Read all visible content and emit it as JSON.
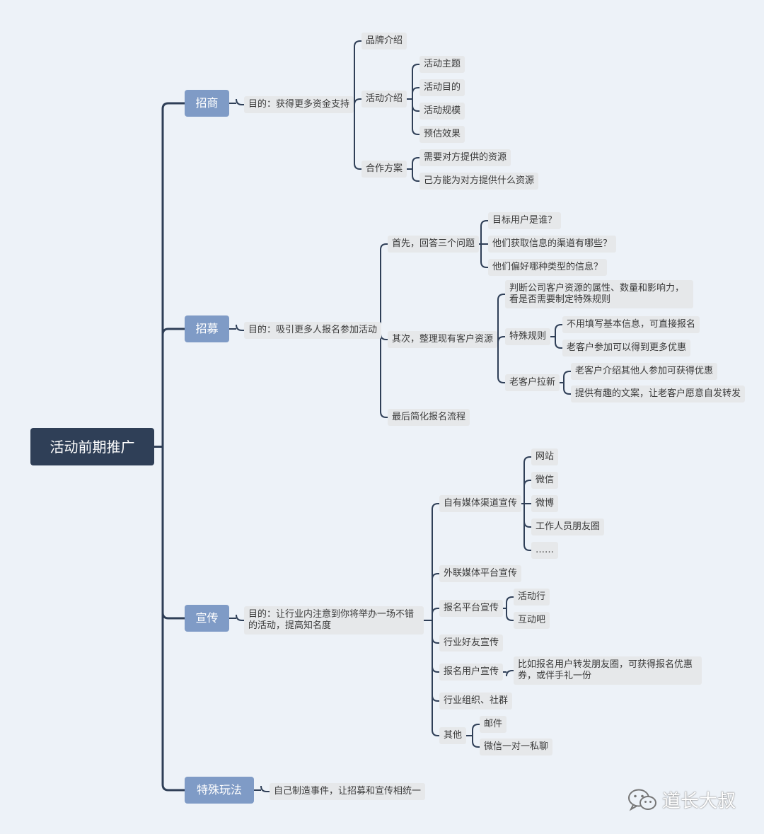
{
  "root": "活动前期推广",
  "branches": [
    {
      "label": "招商",
      "goal": "目的：获得更多资金支持",
      "children": [
        {
          "label": "品牌介绍"
        },
        {
          "label": "活动介绍",
          "items": [
            "活动主题",
            "活动目的",
            "活动规模",
            "预估效果"
          ]
        },
        {
          "label": "合作方案",
          "items": [
            "需要对方提供的资源",
            "己方能为对方提供什么资源"
          ]
        }
      ]
    },
    {
      "label": "招募",
      "goal": "目的：吸引更多人报名参加活动",
      "children": [
        {
          "label": "首先，回答三个问题",
          "items": [
            "目标用户是谁？",
            "他们获取信息的渠道有哪些？",
            "他们偏好哪种类型的信息？"
          ]
        },
        {
          "label": "其次，整理现有客户资源",
          "items": [
            "判断公司客户资源的属性、数量和影响力，看是否需要制定特殊规则",
            {
              "label": "特殊规则",
              "items": [
                "不用填写基本信息，可直接报名",
                "老客户参加可以得到更多优惠"
              ]
            },
            {
              "label": "老客户拉新",
              "items": [
                "老客户介绍其他人参加可获得优惠",
                "提供有趣的文案，让老客户愿意自发转发"
              ]
            }
          ]
        },
        {
          "label": "最后简化报名流程"
        }
      ]
    },
    {
      "label": "宣传",
      "goal": "目的：让行业内注意到你将举办一场不错的活动，提高知名度",
      "children": [
        {
          "label": "自有媒体渠道宣传",
          "items": [
            "网站",
            "微信",
            "微博",
            "工作人员朋友圈",
            "……"
          ]
        },
        {
          "label": "外联媒体平台宣传"
        },
        {
          "label": "报名平台宣传",
          "items": [
            "活动行",
            "互动吧"
          ]
        },
        {
          "label": "行业好友宣传"
        },
        {
          "label": "报名用户宣传",
          "items": [
            "比如报名用户转发朋友圈，可获得报名优惠券，或伴手礼一份"
          ]
        },
        {
          "label": "行业组织、社群"
        },
        {
          "label": "其他",
          "items": [
            "邮件",
            "微信一对一私聊"
          ]
        }
      ]
    },
    {
      "label": "特殊玩法",
      "goal": "自己制造事件，让招募和宣传相统一"
    }
  ],
  "watermark": "道长大叔",
  "colors": {
    "background": "#edf2f8",
    "root": "#2f3f57",
    "level1": "#7f9bc6",
    "node": "#e6e8ea",
    "line": "#2f3f57"
  }
}
